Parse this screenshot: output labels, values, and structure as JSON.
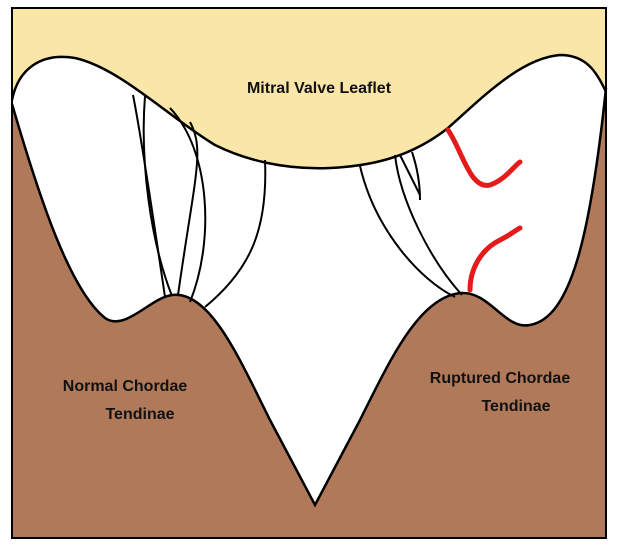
{
  "labels": {
    "leaflet": "Mitral Valve Leaflet",
    "normal_line1": "Normal Chordae",
    "normal_line2": "Tendinae",
    "ruptured_line1": "Ruptured Chordae",
    "ruptured_line2": "Tendinae"
  },
  "colors": {
    "leaflet_fill": "#F9E6A8",
    "muscle_fill": "#B07A5A",
    "outline": "#000000",
    "rupture": "#E31B1B",
    "background": "#FFFFFF"
  }
}
